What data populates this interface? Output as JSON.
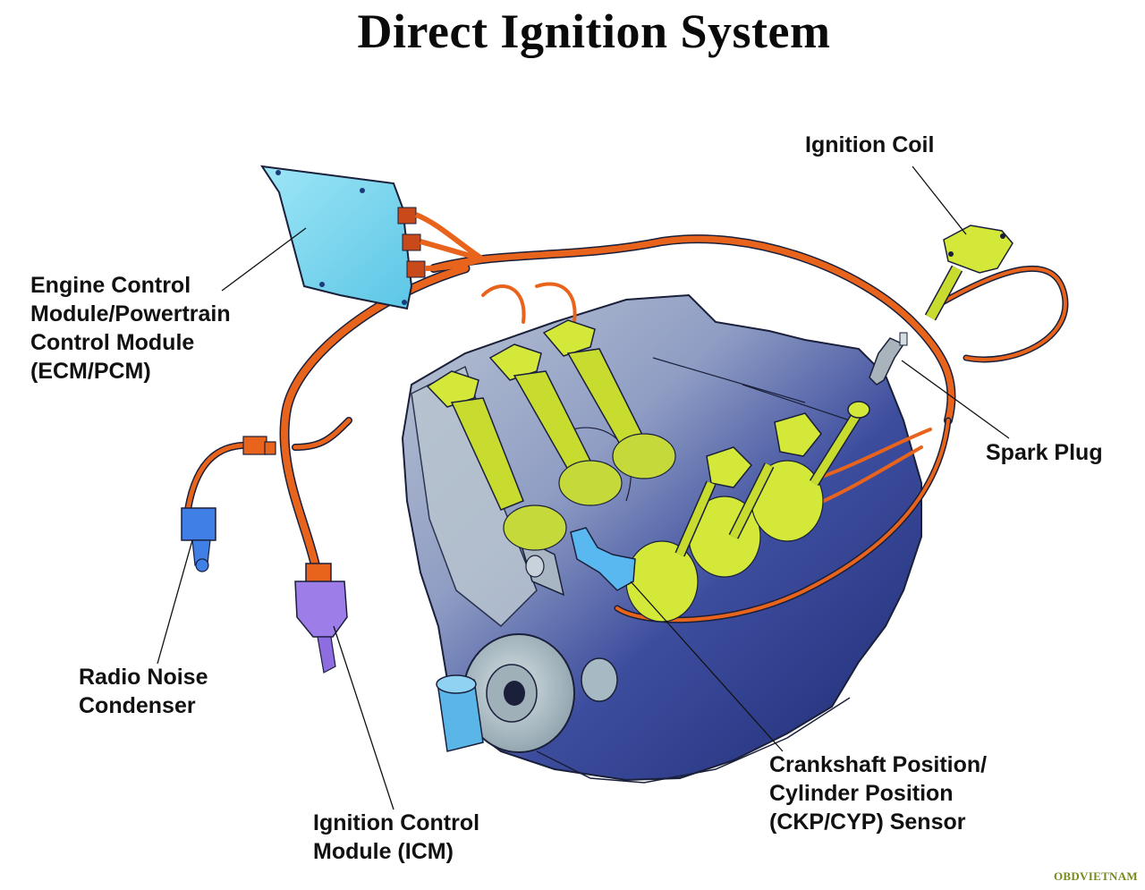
{
  "title": "Direct Ignition System",
  "labels": {
    "ecm": [
      "Engine Control",
      "Module/Powertrain",
      "Control Module",
      "(ECM/PCM)"
    ],
    "ignition_coil": [
      "Ignition Coil"
    ],
    "spark_plug": [
      "Spark Plug"
    ],
    "radio_noise_condenser": [
      "Radio Noise",
      "Condenser"
    ],
    "icm": [
      "Ignition Control",
      "Module (ICM)"
    ],
    "ckp_sensor": [
      "Crankshaft Position/",
      "Cylinder Position",
      "(CKP/CYP) Sensor"
    ]
  },
  "watermark": "OBDVIETNAM",
  "colors": {
    "engine_block": "#3a4a9a",
    "engine_light": "#a9b8c8",
    "coil": "#d4e83a",
    "wiring": "#e8641c",
    "ecm": "#7fd6ec",
    "condenser": "#3f7fe6",
    "icm": "#9d7de8",
    "sensor": "#5ab8f0"
  }
}
